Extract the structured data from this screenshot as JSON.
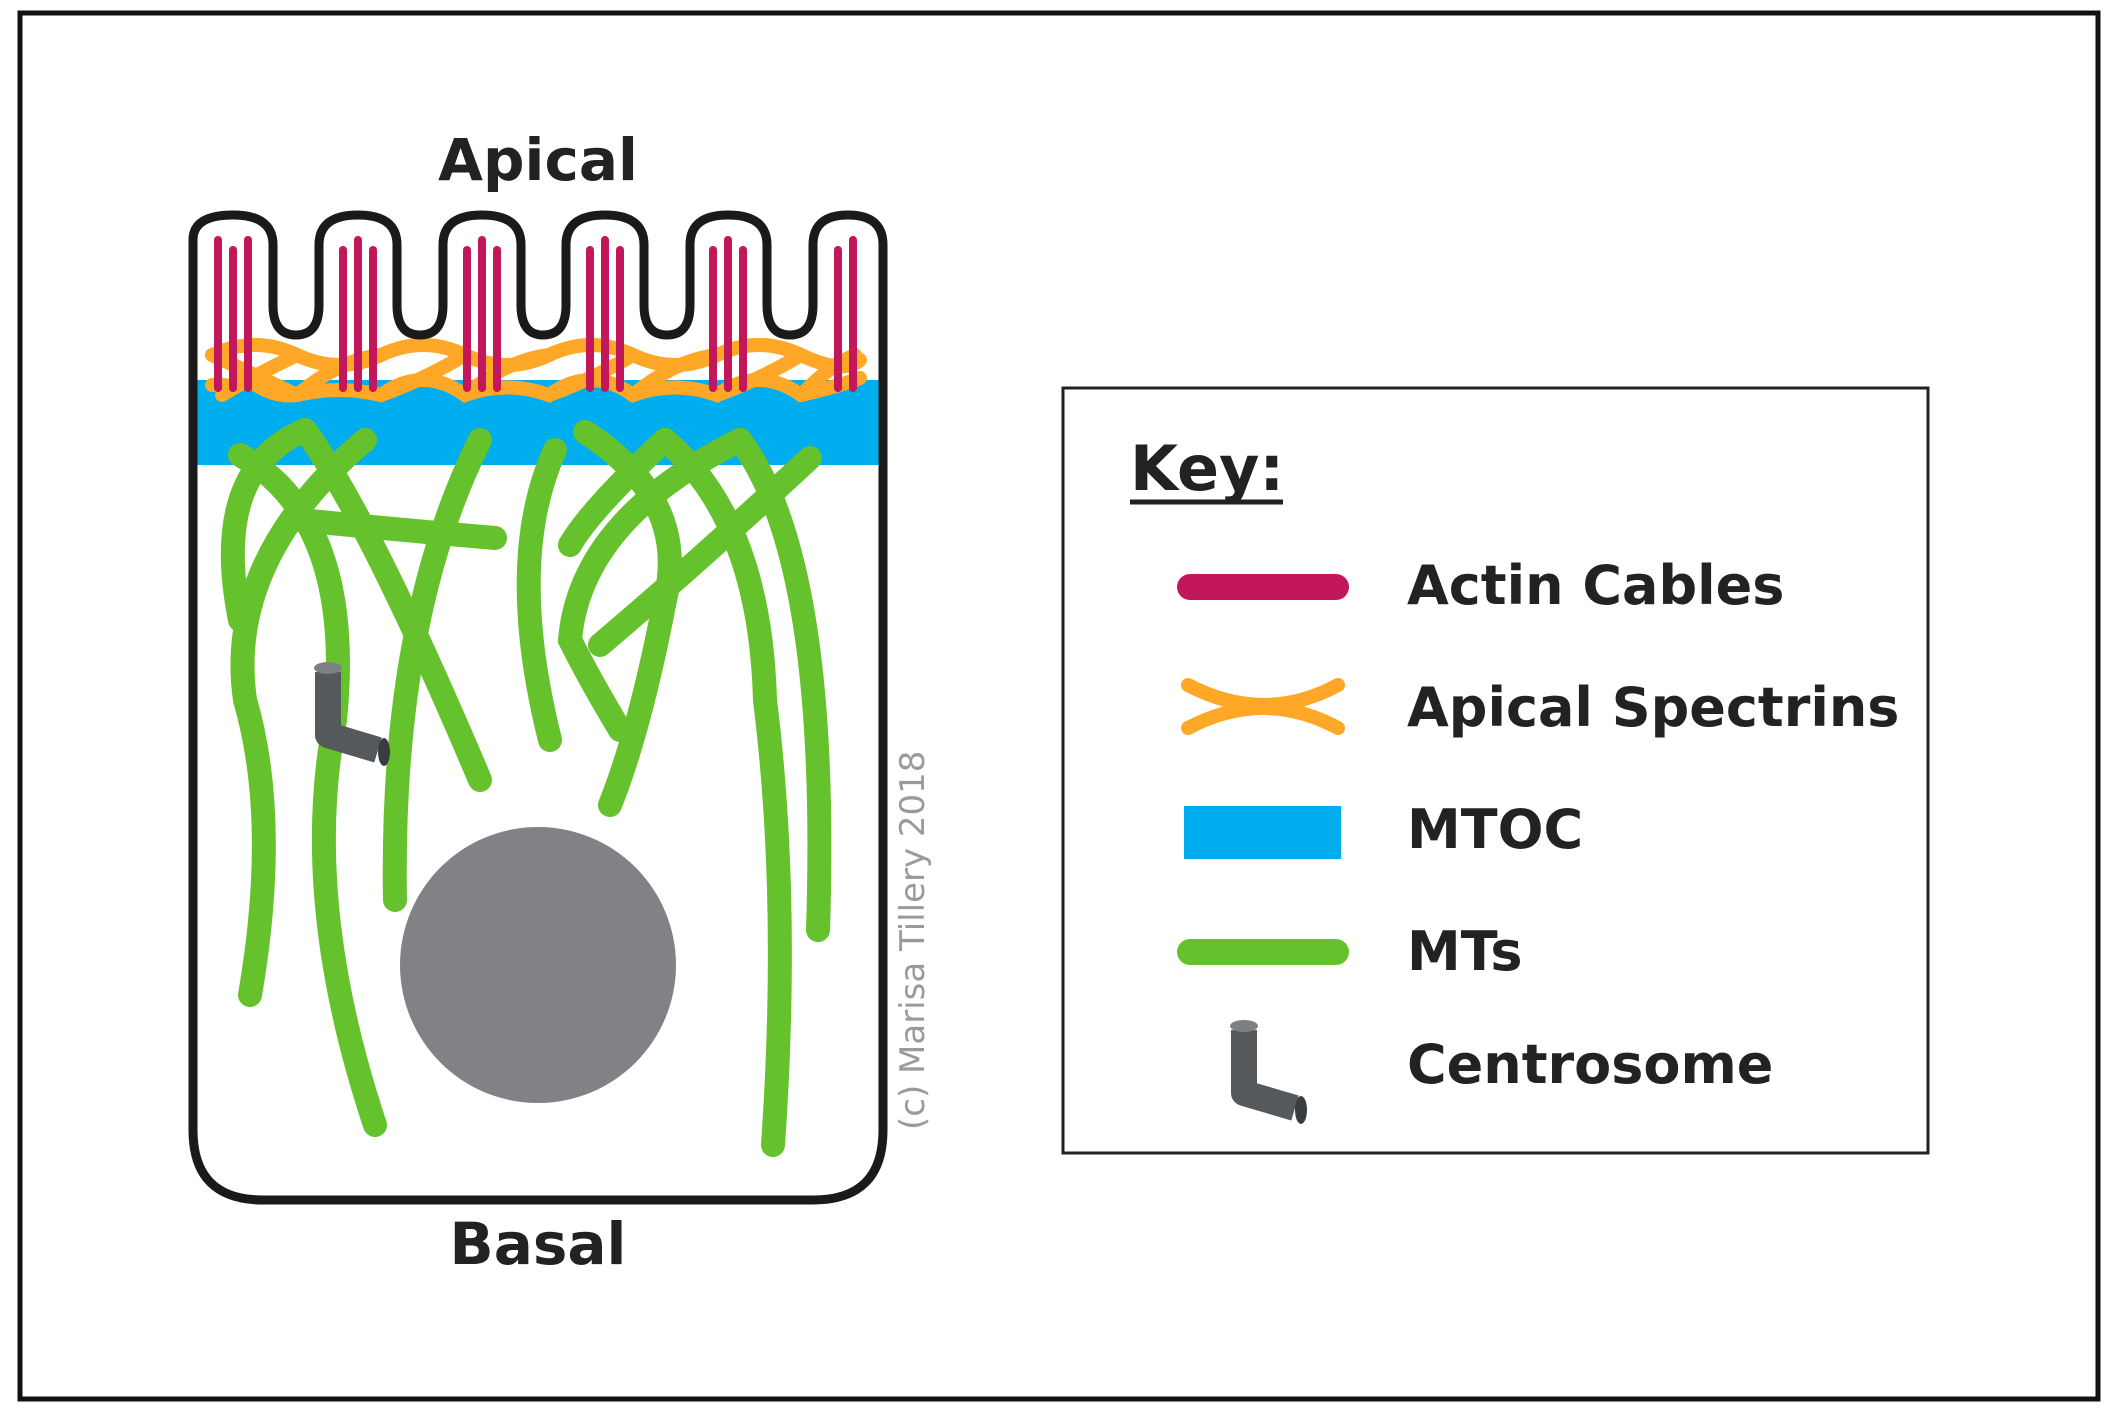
{
  "diagram": {
    "labels": {
      "apical": "Apical",
      "basal": "Basal"
    },
    "credit": "(c) Marisa Tillery 2018",
    "key": {
      "title": "Key:",
      "items": [
        {
          "id": "actin",
          "label": "Actin Cables",
          "icon": "actin-cable-icon",
          "color": "#c2185b"
        },
        {
          "id": "spectrin",
          "label": "Apical Spectrins",
          "icon": "spectrin-icon",
          "color": "#ffa726"
        },
        {
          "id": "mtoc",
          "label": "MTOC",
          "icon": "mtoc-icon",
          "color": "#00aeef"
        },
        {
          "id": "mts",
          "label": "MTs",
          "icon": "microtubule-icon",
          "color": "#66c22c"
        },
        {
          "id": "centrosome",
          "label": "Centrosome",
          "icon": "centrosome-icon",
          "color": "#55595c"
        }
      ]
    },
    "colors": {
      "outline": "#1a1a1a",
      "nucleus": "#808285",
      "background": "#ffffff"
    }
  }
}
